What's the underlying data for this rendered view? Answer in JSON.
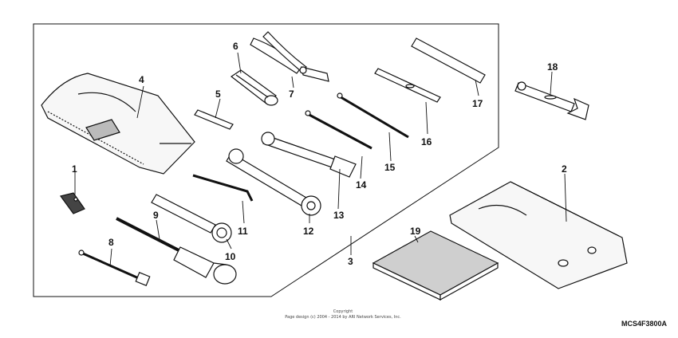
{
  "diagram": {
    "callouts": {
      "n1": "1",
      "n2": "2",
      "n3": "3",
      "n4": "4",
      "n5": "5",
      "n6": "6",
      "n7": "7",
      "n8": "8",
      "n9": "9",
      "n10": "10",
      "n11": "11",
      "n12": "12",
      "n13": "13",
      "n14": "14",
      "n15": "15",
      "n16": "16",
      "n17": "17",
      "n18": "18",
      "n19": "19"
    },
    "copyright_line1": "Copyright",
    "copyright_line2": "Page design (c) 2004 - 2014 by ARI Network Services, Inc.",
    "diagram_code": "MCS4F3800A",
    "colors": {
      "ink": "#111111",
      "paper": "#ffffff",
      "shade": "#9a9a9a"
    }
  }
}
